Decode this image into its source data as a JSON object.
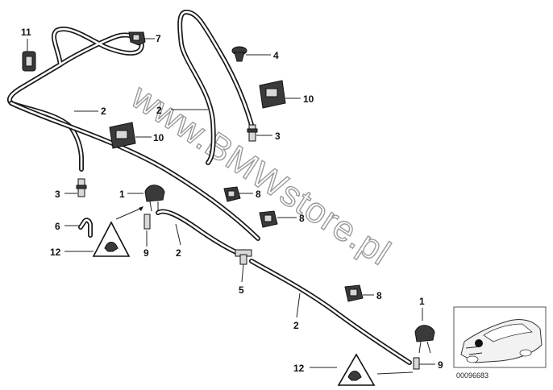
{
  "diagram": {
    "watermark": "www.BMWstore.pl",
    "reference_number": "00096683",
    "callouts": [
      {
        "key": "c11",
        "label": "11"
      },
      {
        "key": "c7",
        "label": "7"
      },
      {
        "key": "c4",
        "label": "4"
      },
      {
        "key": "c2a",
        "label": "2"
      },
      {
        "key": "c2b",
        "label": "2"
      },
      {
        "key": "c10a",
        "label": "10"
      },
      {
        "key": "c10b",
        "label": "10"
      },
      {
        "key": "c3a",
        "label": "3"
      },
      {
        "key": "c3b",
        "label": "3"
      },
      {
        "key": "c1a",
        "label": "1"
      },
      {
        "key": "c8a",
        "label": "8"
      },
      {
        "key": "c8b",
        "label": "8"
      },
      {
        "key": "c6",
        "label": "6"
      },
      {
        "key": "c12a",
        "label": "12"
      },
      {
        "key": "c9a",
        "label": "9"
      },
      {
        "key": "c2c",
        "label": "2"
      },
      {
        "key": "c5",
        "label": "5"
      },
      {
        "key": "c8c",
        "label": "8"
      },
      {
        "key": "c2d",
        "label": "2"
      },
      {
        "key": "c1b",
        "label": "1"
      },
      {
        "key": "c12b",
        "label": "12"
      },
      {
        "key": "c9b",
        "label": "9"
      }
    ]
  }
}
